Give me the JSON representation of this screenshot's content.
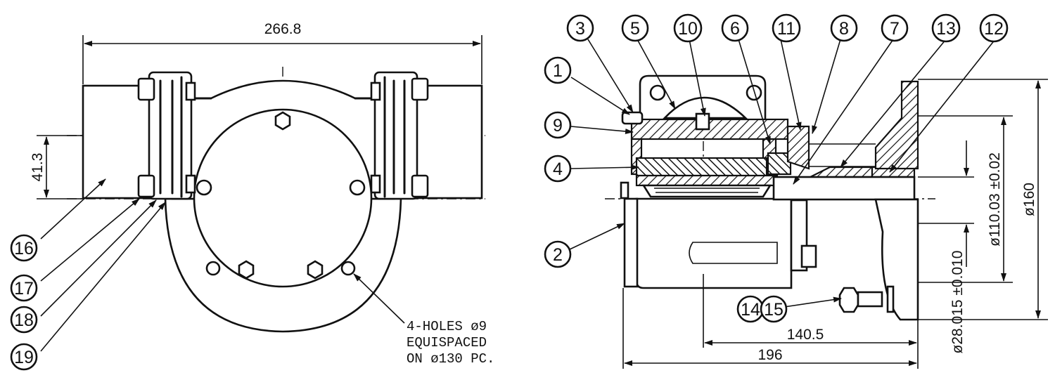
{
  "dimensions": {
    "overall_width": "266.8",
    "center_height": "41.3",
    "shaft_center_offset": "140.5",
    "overall_length": "196",
    "flange_od": "ø160",
    "pilot_diameter": "ø110.03 ±0.02",
    "shaft_bore": "ø28.015 ±0.010"
  },
  "note": {
    "line1": "4-HOLES ø9",
    "line2": "EQUISPACED",
    "line3": "ON ø130 PC."
  },
  "callouts": [
    "1",
    "2",
    "3",
    "4",
    "5",
    "6",
    "7",
    "8",
    "9",
    "10",
    "11",
    "12",
    "13",
    "14",
    "15",
    "16",
    "17",
    "18",
    "19"
  ]
}
